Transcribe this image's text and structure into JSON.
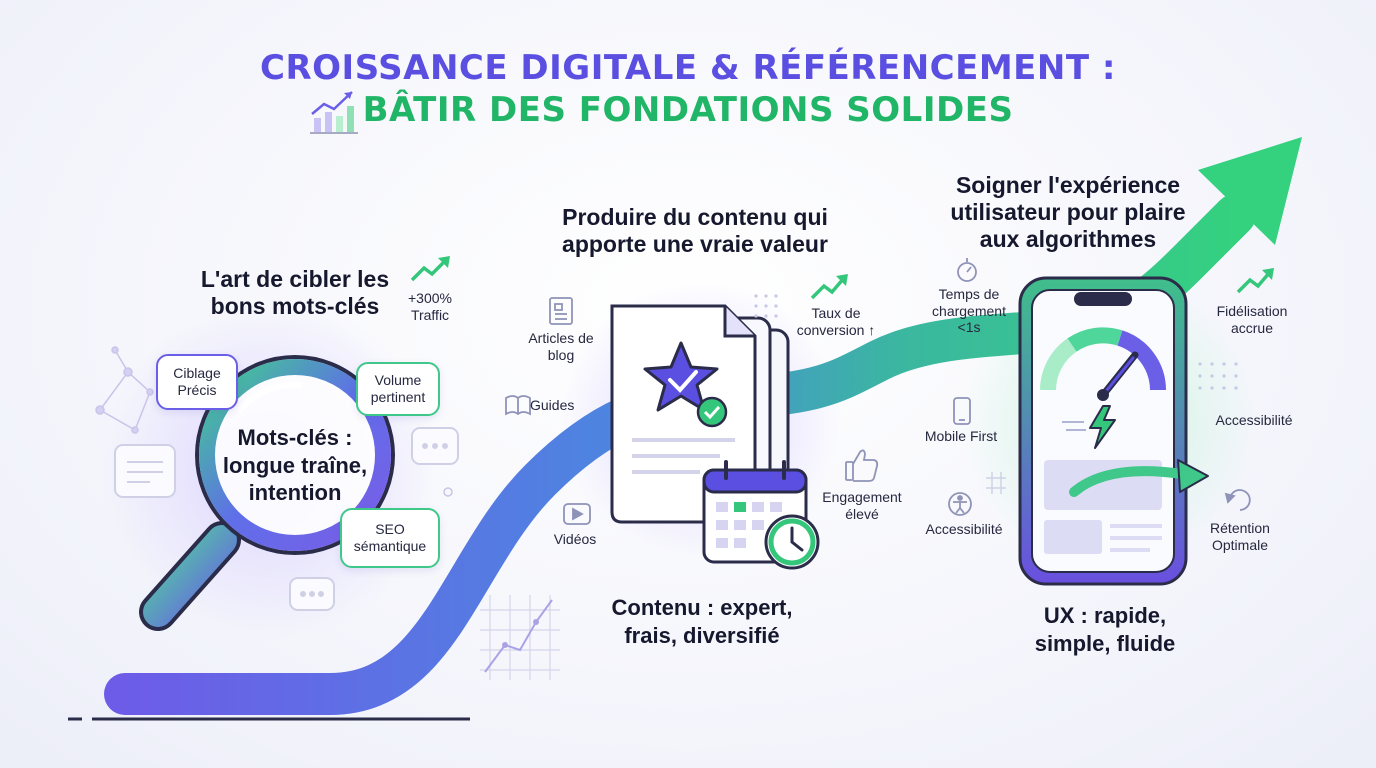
{
  "title": {
    "line1": "CROISSANCE DIGITALE & RÉFÉRENCEMENT :",
    "line2": "BÂTIR DES FONDATIONS SOLIDES"
  },
  "icons": {
    "title": "growth-chart-icon",
    "keywords_growth": "trend-up-arrow-icon",
    "articles": "document-icon",
    "guides": "open-book-icon",
    "videos": "play-icon",
    "engagement": "thumbs-up-icon",
    "load_time": "stopwatch-icon",
    "mobile": "smartphone-icon",
    "accessibility": "accessibility-person-icon",
    "retention": "refresh-icon",
    "content_doc": "star-document-icon",
    "calendar": "calendar-icon",
    "speed": "speedometer-icon"
  },
  "colors": {
    "purple": "#5a4fe0",
    "green": "#21b567",
    "path_start": "#6d5ce8",
    "path_end": "#34d17f"
  },
  "sections": {
    "keywords": {
      "heading": "L'art de cibler les bons mots-clés",
      "stat": "+300% Traffic",
      "center_label": "Mots-clés : longue traîne, intention",
      "bubbles": [
        "Ciblage Précis",
        "Volume pertinent",
        "SEO sémantique"
      ]
    },
    "content": {
      "heading": "Produire du contenu qui apporte une vraie valeur",
      "conversion": "Taux de conversion ↑",
      "items": [
        "Articles de blog",
        "Guides",
        "Vidéos"
      ],
      "engagement": "Engagement élevé",
      "bottom_label": "Contenu : expert, frais, diversifié"
    },
    "ux": {
      "heading": "Soigner l'expérience utilisateur pour plaire aux algorithmes",
      "left_items": [
        "Temps de chargement <1s",
        "Mobile First",
        "Accessibilité"
      ],
      "right_items": [
        "Fidélisation accrue",
        "Accessibilité",
        "Rétention Optimale"
      ],
      "bottom_label": "UX : rapide, simple, fluide"
    }
  }
}
